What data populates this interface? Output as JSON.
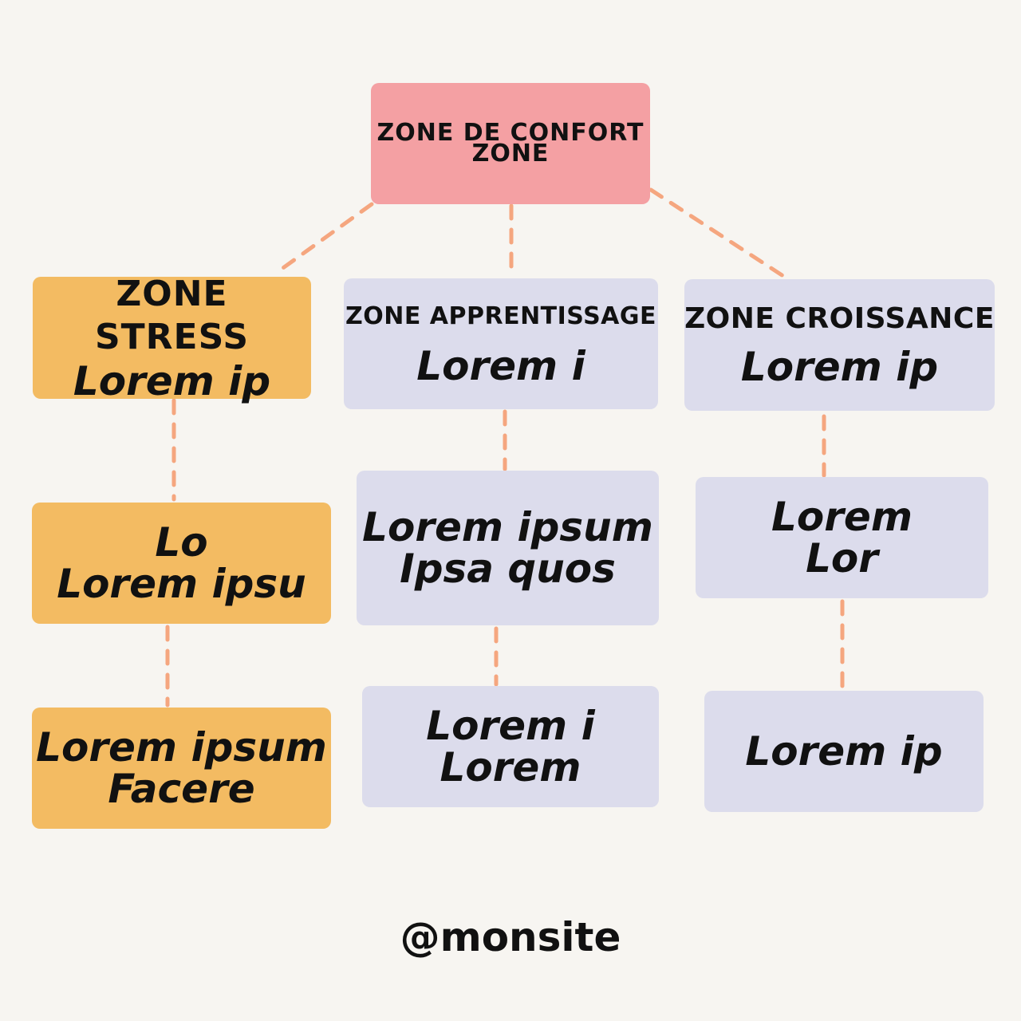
{
  "root": {
    "line1": "ZONE DE CONFORT",
    "line2": "ZONE"
  },
  "columns": [
    {
      "heading": "ZONE STRESS",
      "sub": "Lorem ip",
      "items": [
        {
          "line1": "Lo",
          "line2": "Lorem ipsu"
        },
        {
          "line1": "Lorem ipsum",
          "line2": "Facere"
        }
      ]
    },
    {
      "heading": "ZONE APPRENTISSAGE",
      "sub": "Lorem i",
      "items": [
        {
          "line1": "Lorem ipsum",
          "line2": "Ipsa quos"
        },
        {
          "line1": "Lorem i",
          "line2": "Lorem"
        }
      ]
    },
    {
      "heading": "ZONE CROISSANCE",
      "sub": "Lorem ip",
      "items": [
        {
          "line1": "Lorem",
          "line2": "Lor"
        },
        {
          "line1": "Lorem ip",
          "line2": ""
        }
      ]
    }
  ],
  "footer": {
    "handle": "@monsite"
  },
  "colors": {
    "background": "#f7f5f1",
    "root_box": "#f4a0a3",
    "stress_boxes": "#f3bb62",
    "other_boxes": "#dcdcec",
    "connector": "#f5a67f"
  }
}
